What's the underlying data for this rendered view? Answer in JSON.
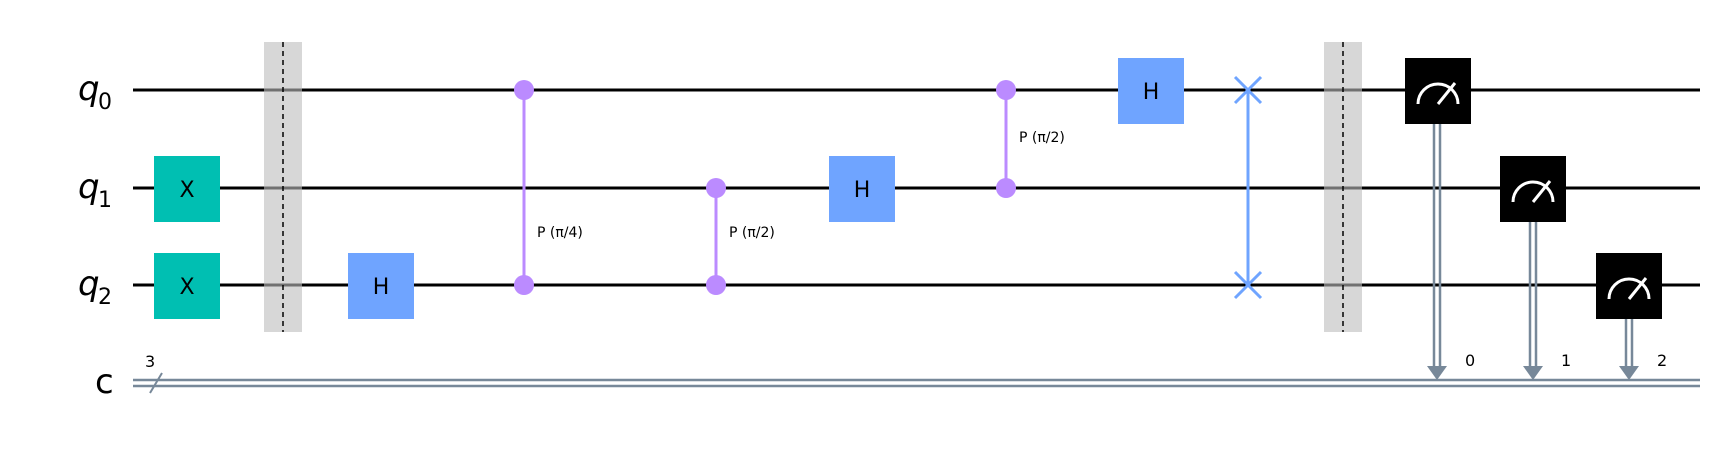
{
  "qubits": [
    {
      "name": "q",
      "index": "0"
    },
    {
      "name": "q",
      "index": "1"
    },
    {
      "name": "q",
      "index": "2"
    }
  ],
  "classical": {
    "name": "c",
    "width": "3"
  },
  "gates": {
    "x": "X",
    "h": "H",
    "p1": "P (π/4)",
    "p2": "P (π/2)",
    "p3": "P (π/2)"
  },
  "measure_targets": [
    "0",
    "1",
    "2"
  ],
  "colors": {
    "x_gate": "#00BFB2",
    "h_gate": "#6FA4FF",
    "phase": "#BB8BFF",
    "swap": "#6FA4FF",
    "barrier": "#BDBDBD",
    "measure": "#000000",
    "classical_wire": "#778899"
  }
}
